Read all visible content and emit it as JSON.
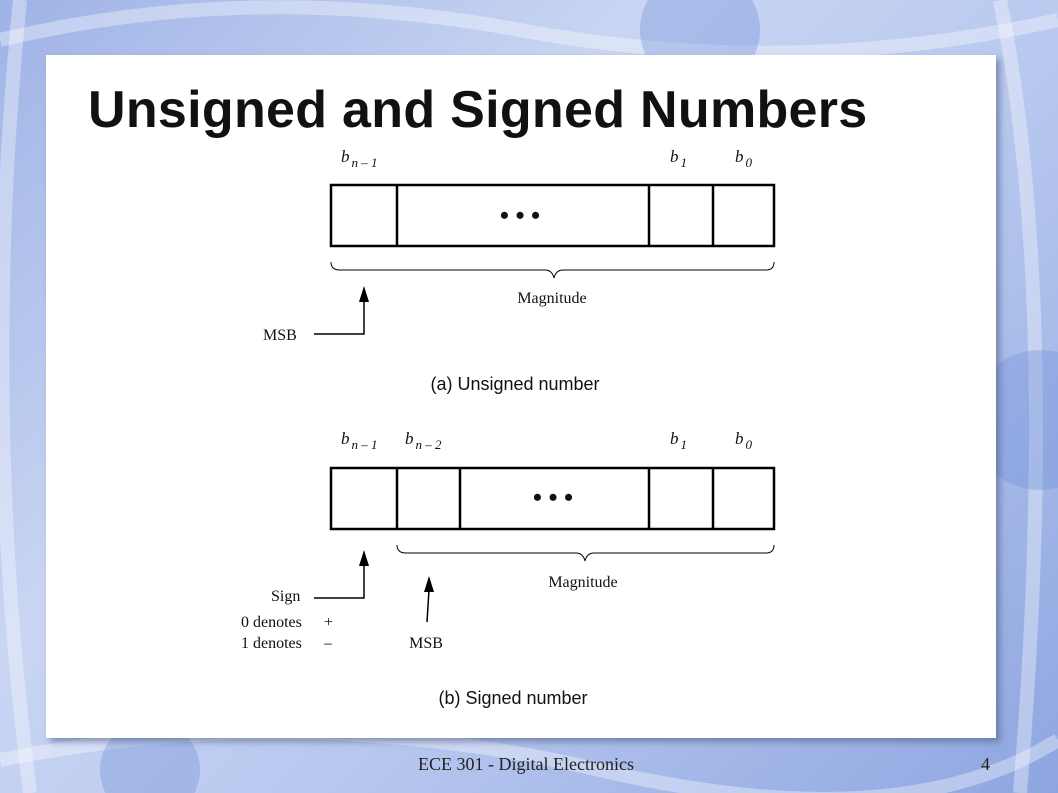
{
  "slide": {
    "title": "Unsigned and Signed Numbers",
    "footer": "ECE 301 - Digital Electronics",
    "page_number": "4"
  },
  "diagram_a": {
    "bit_labels": [
      {
        "base": "b",
        "sub": "n – 1"
      },
      {
        "base": "b",
        "sub": "1"
      },
      {
        "base": "b",
        "sub": "0"
      }
    ],
    "ellipsis": "• • •",
    "brace_label": "Magnitude",
    "msb_label": "MSB",
    "caption": "(a) Unsigned number"
  },
  "diagram_b": {
    "bit_labels": [
      {
        "base": "b",
        "sub": "n – 1"
      },
      {
        "base": "b",
        "sub": "n – 2"
      },
      {
        "base": "b",
        "sub": "1"
      },
      {
        "base": "b",
        "sub": "0"
      }
    ],
    "ellipsis": "• • •",
    "brace_label": "Magnitude",
    "sign_label": "Sign",
    "sign_zero": "0 denotes",
    "sign_zero_symbol": "+",
    "sign_one": "1 denotes",
    "sign_one_symbol": "–",
    "msb_label": "MSB",
    "caption": "(b) Signed number"
  }
}
